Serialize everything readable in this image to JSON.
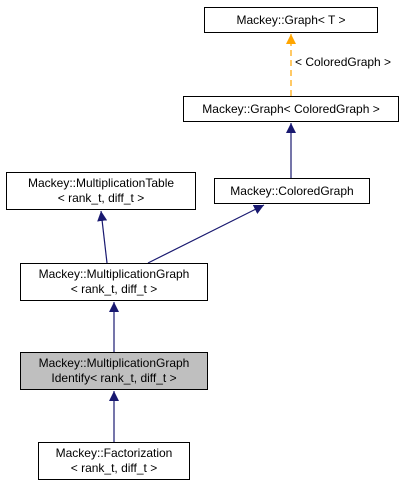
{
  "diagram": {
    "colors": {
      "inheritance_edge": "#191970",
      "template_edge": "#FFA500",
      "highlight_fill": "#BFBFBF"
    },
    "nodes": {
      "graph_t": {
        "lines": [
          "Mackey::Graph< T >"
        ]
      },
      "graph_colored": {
        "lines": [
          "Mackey::Graph< ColoredGraph >"
        ]
      },
      "colored_graph": {
        "lines": [
          "Mackey::ColoredGraph"
        ]
      },
      "multiplication_table": {
        "lines": [
          "Mackey::MultiplicationTable",
          "< rank_t, diff_t >"
        ]
      },
      "multiplication_graph": {
        "lines": [
          "Mackey::MultiplicationGraph",
          "< rank_t, diff_t >"
        ]
      },
      "multiplication_graph_identify": {
        "lines": [
          "Mackey::MultiplicationGraph",
          "Identify< rank_t, diff_t >"
        ],
        "highlighted": true
      },
      "factorization": {
        "lines": [
          "Mackey::Factorization",
          "< rank_t, diff_t >"
        ]
      }
    },
    "edges": [
      {
        "from": "graph_colored",
        "to": "graph_t",
        "kind": "template",
        "label": "< ColoredGraph >"
      },
      {
        "from": "colored_graph",
        "to": "graph_colored",
        "kind": "inheritance"
      },
      {
        "from": "multiplication_graph",
        "to": "multiplication_table",
        "kind": "inheritance"
      },
      {
        "from": "multiplication_graph",
        "to": "colored_graph",
        "kind": "inheritance"
      },
      {
        "from": "multiplication_graph_identify",
        "to": "multiplication_graph",
        "kind": "inheritance"
      },
      {
        "from": "factorization",
        "to": "multiplication_graph_identify",
        "kind": "inheritance"
      }
    ]
  }
}
